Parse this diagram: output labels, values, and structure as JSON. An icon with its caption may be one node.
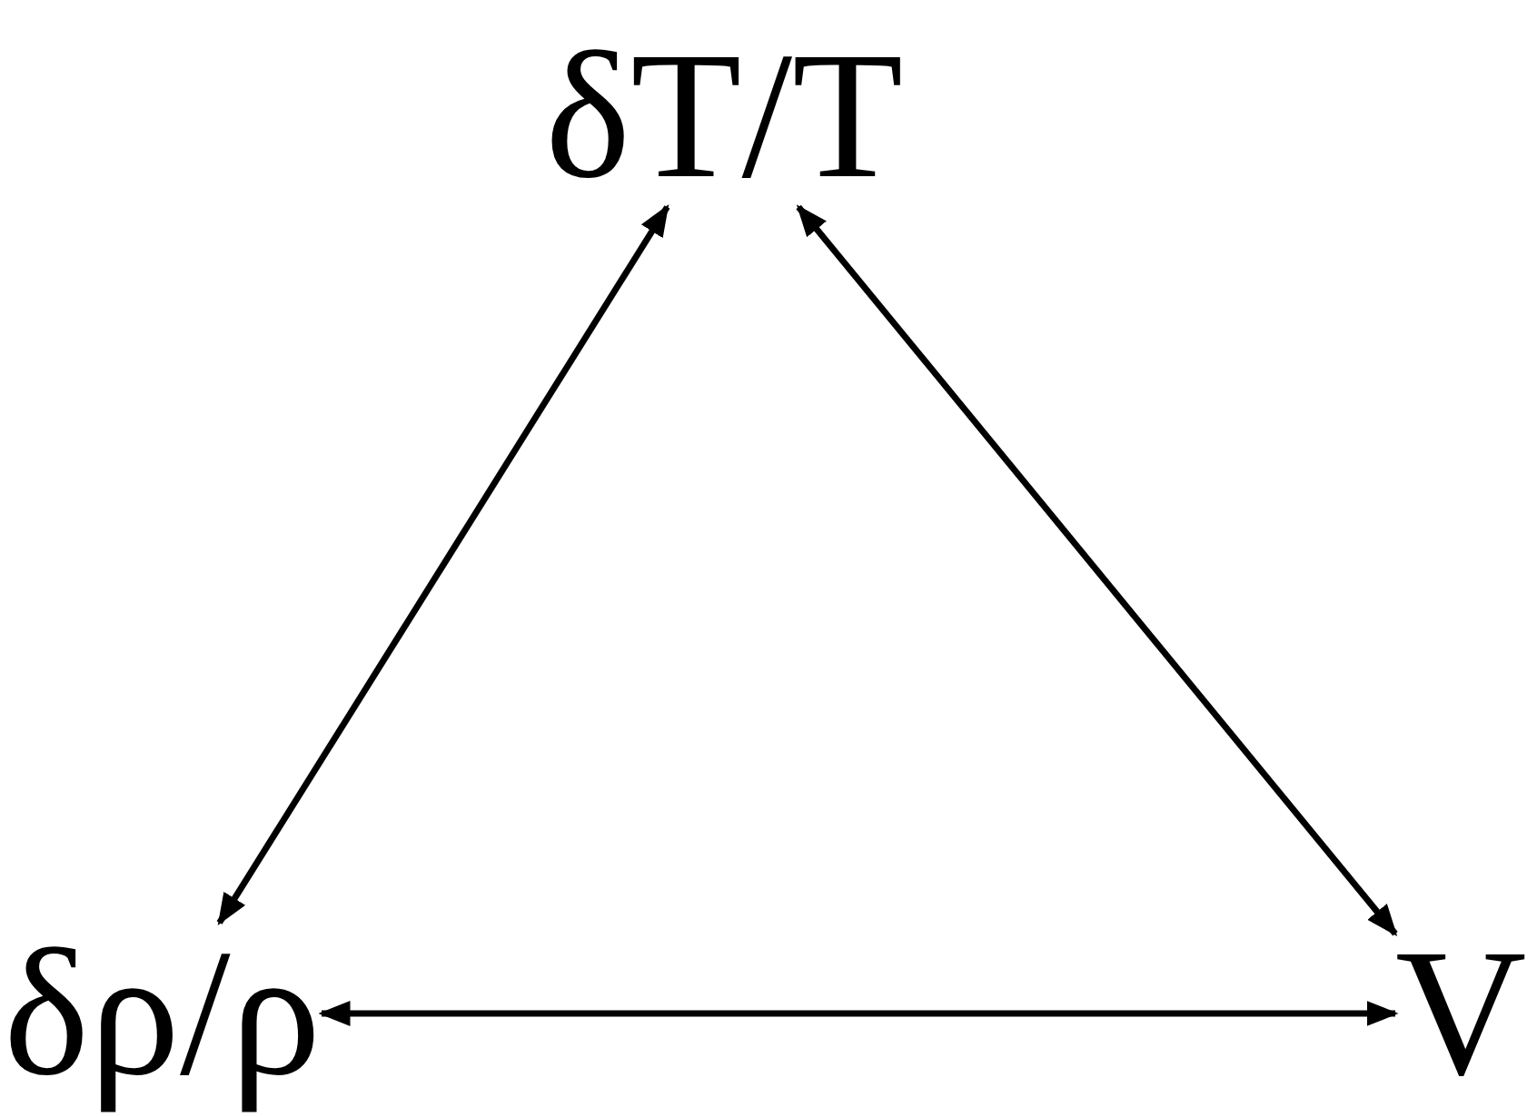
{
  "diagram": {
    "nodes": [
      {
        "text": [
          "δT/T"
        ]
      },
      {
        "text": [
          "δρ/ρ"
        ]
      },
      {
        "text": [
          "V"
        ]
      }
    ],
    "edges": [
      {
        "from": 1,
        "to": 0,
        "arrow": "both"
      },
      {
        "from": 0,
        "to": 2,
        "arrow": "both"
      },
      {
        "from": 1,
        "to": 2,
        "arrow": "both"
      }
    ]
  }
}
